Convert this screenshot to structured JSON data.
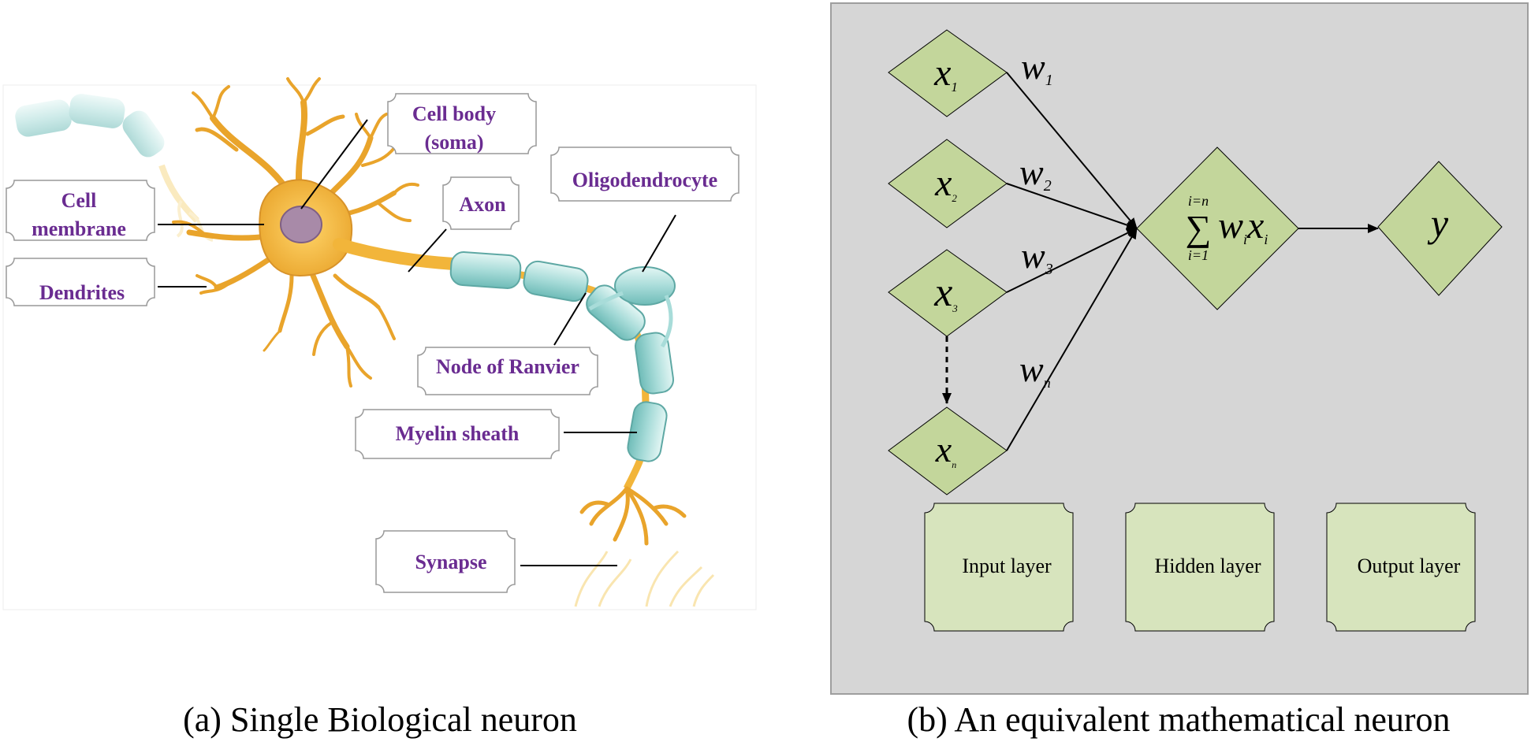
{
  "biological": {
    "labels": {
      "cell_body_line1": "Cell body",
      "cell_body_line2": "(soma)",
      "cell_membrane_line1": "Cell",
      "cell_membrane_line2": "membrane",
      "dendrites": "Dendrites",
      "axon": "Axon",
      "oligodendrocyte": "Oligodendrocyte",
      "node_of_ranvier": "Node of Ranvier",
      "myelin_sheath": "Myelin sheath",
      "synapse": "Synapse"
    },
    "caption": "(a) Single Biological neuron"
  },
  "mathematical": {
    "inputs": [
      {
        "sym": "x",
        "sub": "1"
      },
      {
        "sym": "x",
        "sub": "2"
      },
      {
        "sym": "x",
        "sub": "3"
      },
      {
        "sym": "x",
        "sub": "n"
      }
    ],
    "weights": [
      {
        "sym": "w",
        "sub": "1"
      },
      {
        "sym": "w",
        "sub": "2"
      },
      {
        "sym": "w",
        "sub": "3"
      },
      {
        "sym": "w",
        "sub": "n"
      }
    ],
    "sum": {
      "upper": "i=n",
      "sigma": "∑",
      "lower": "i=1",
      "w": "w",
      "w_sub": "i",
      "x": "x",
      "x_sub": "i"
    },
    "output": "y",
    "layers": [
      "Input layer",
      "Hidden layer",
      "Output layer"
    ],
    "caption": "(b) An equivalent mathematical neuron"
  },
  "colors": {
    "panel_bg": "#d6d6d6",
    "node_fill": "#c3d69b",
    "layer_fill": "#d7e4bd",
    "label_purple": "#6a2c91",
    "neuron_orange": "#f2b53a",
    "myelin_cyan": "#a8dcd9"
  }
}
